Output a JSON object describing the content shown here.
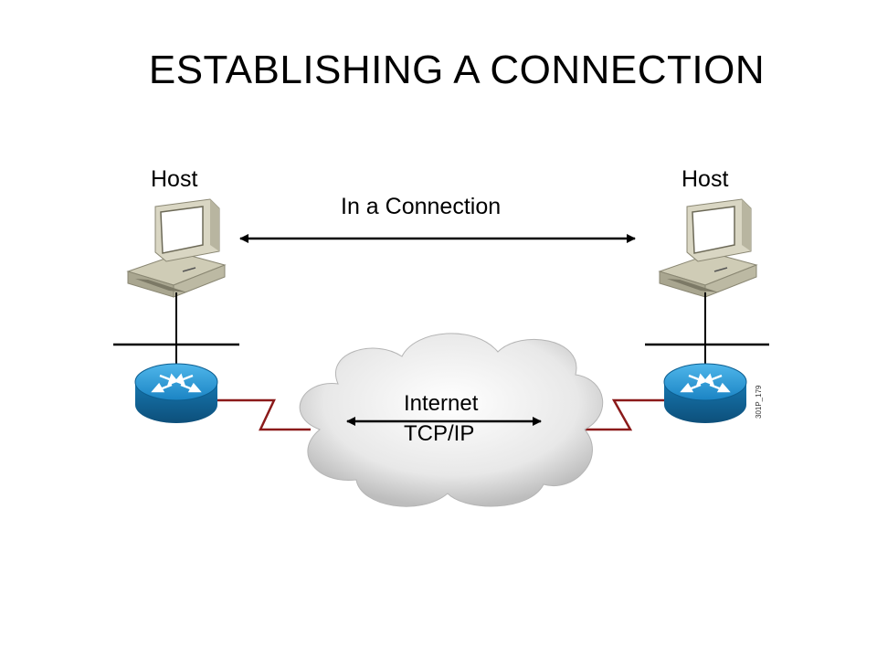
{
  "title": "ESTABLISHING A CONNECTION",
  "hosts": [
    {
      "label": "Host"
    },
    {
      "label": "Host"
    }
  ],
  "connection_label": "In a Connection",
  "cloud": {
    "line1": "Internet",
    "line2": "TCP/IP"
  },
  "figure_id": "301P_179",
  "colors": {
    "serial_link": "#8b1a1a",
    "router": "#1b8fd0",
    "cloud": "#e6e6e6",
    "computer": "#d9d6c3"
  }
}
